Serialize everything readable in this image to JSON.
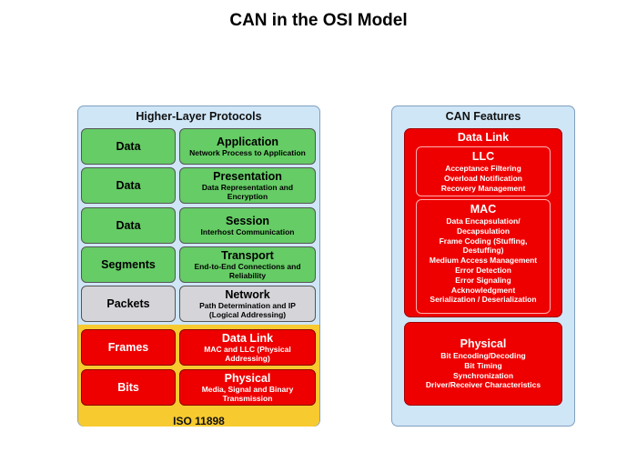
{
  "title": "CAN in the OSI Model",
  "left_panel": {
    "title": "Higher-Layer Protocols",
    "iso_label": "ISO 11898",
    "rows": [
      {
        "data": "Data",
        "name": "Application",
        "desc": "Network Process to Application",
        "color": "#66cc66"
      },
      {
        "data": "Data",
        "name": "Presentation",
        "desc": "Data Representation and Encryption",
        "color": "#66cc66"
      },
      {
        "data": "Data",
        "name": "Session",
        "desc": "Interhost Communication",
        "color": "#66cc66"
      },
      {
        "data": "Segments",
        "name": "Transport",
        "desc": "End-to-End Connections and Reliability",
        "color": "#66cc66"
      },
      {
        "data": "Packets",
        "name": "Network",
        "desc": "Path Determination and IP (Logical Addressing)",
        "color": "#d4d4d9"
      },
      {
        "data": "Frames",
        "name": "Data Link",
        "desc": "MAC and LLC (Physical Addressing)",
        "color": "#ee0000"
      },
      {
        "data": "Bits",
        "name": "Physical",
        "desc": "Media, Signal and Binary Transmission",
        "color": "#ee0000"
      }
    ]
  },
  "right_panel": {
    "title": "CAN Features",
    "data_link": {
      "title": "Data Link",
      "llc": {
        "title": "LLC",
        "features": [
          "Acceptance Filtering",
          "Overload Notification",
          "Recovery Management"
        ]
      },
      "mac": {
        "title": "MAC",
        "features": [
          "Data Encapsulation/",
          "Decapsulation",
          "Frame Coding (Stuffing,",
          "Destuffing)",
          "Medium Access Management",
          "Error Detection",
          "Error Signaling",
          "Acknowledgment",
          "Serialization / Deserialization"
        ]
      }
    },
    "physical": {
      "title": "Physical",
      "features": [
        "Bit Encoding/Decoding",
        "Bit Timing",
        "Synchronization",
        "Driver/Receiver Characteristics"
      ]
    }
  },
  "colors": {
    "panel_bg": "#cfe6f7",
    "iso_band": "#f7ca2f",
    "green": "#66cc66",
    "gray": "#d4d4d9",
    "red": "#ee0000"
  }
}
